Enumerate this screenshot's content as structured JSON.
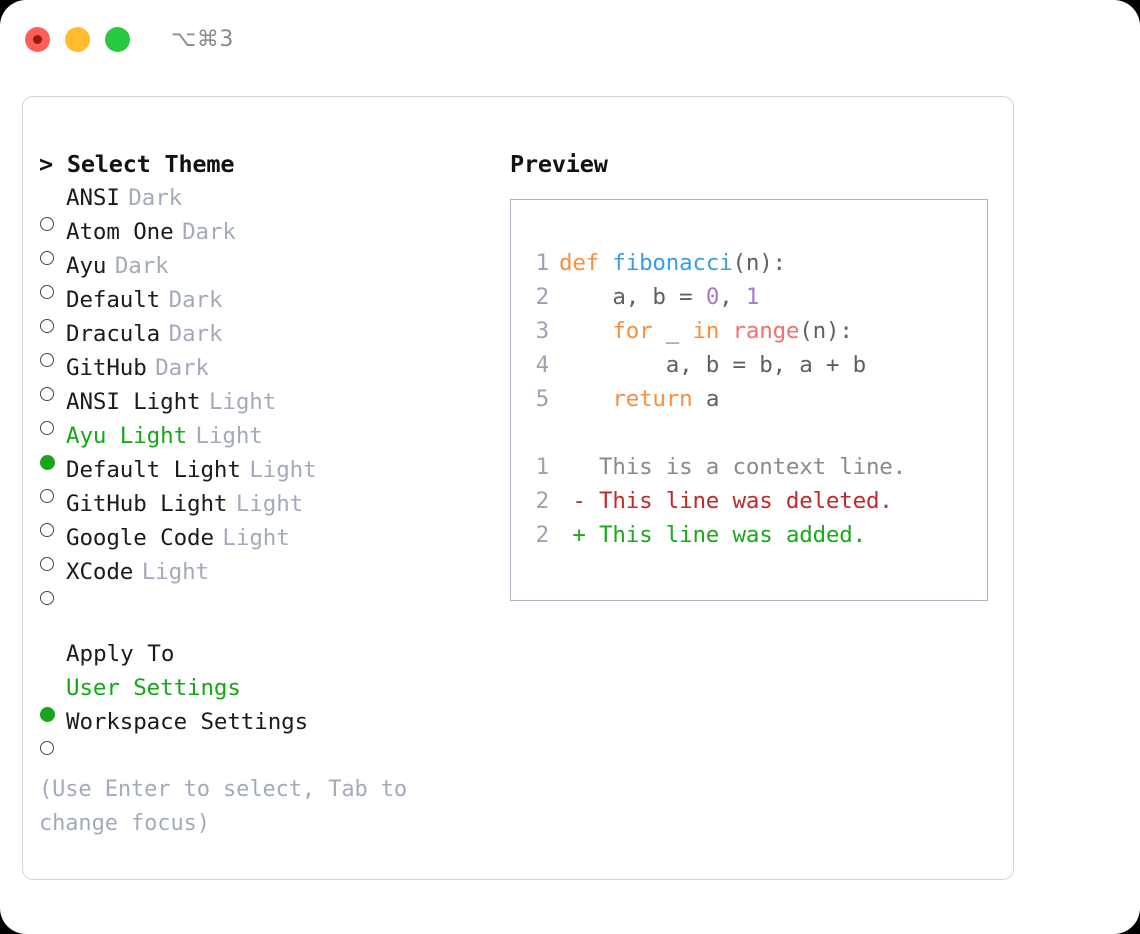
{
  "window": {
    "shortcut_label": "⌥⌘3",
    "traffic_lights": [
      {
        "name": "close-button",
        "color": "#ff5f57"
      },
      {
        "name": "minimize-button",
        "color": "#febc2e"
      },
      {
        "name": "maximize-button",
        "color": "#28c840"
      }
    ]
  },
  "theme_panel": {
    "title": "> Select Theme",
    "themes": [
      {
        "marker": "○",
        "name": "ANSI",
        "kind": "Dark",
        "selected": false
      },
      {
        "marker": "○",
        "name": "Atom One",
        "kind": "Dark",
        "selected": false
      },
      {
        "marker": "○",
        "name": "Ayu",
        "kind": "Dark",
        "selected": false
      },
      {
        "marker": "○",
        "name": "Default",
        "kind": "Dark",
        "selected": false
      },
      {
        "marker": "○",
        "name": "Dracula",
        "kind": "Dark",
        "selected": false
      },
      {
        "marker": "○",
        "name": "GitHub",
        "kind": "Dark",
        "selected": false
      },
      {
        "marker": "○",
        "name": "ANSI Light",
        "kind": "Light",
        "selected": false
      },
      {
        "marker": "●",
        "name": "Ayu Light",
        "kind": "Light",
        "selected": true
      },
      {
        "marker": "○",
        "name": "Default Light",
        "kind": "Light",
        "selected": false
      },
      {
        "marker": "○",
        "name": "GitHub Light",
        "kind": "Light",
        "selected": false
      },
      {
        "marker": "○",
        "name": "Google Code",
        "kind": "Light",
        "selected": false
      },
      {
        "marker": "○",
        "name": "XCode",
        "kind": "Light",
        "selected": false
      }
    ],
    "apply_to": {
      "label": "Apply To",
      "options": [
        {
          "marker": "●",
          "name": "User Settings",
          "selected": true
        },
        {
          "marker": "○",
          "name": "Workspace Settings",
          "selected": false
        }
      ]
    },
    "hint": "(Use Enter to select, Tab to change focus)"
  },
  "preview_panel": {
    "title": "Preview",
    "code_lines": [
      {
        "num": "1",
        "tokens": [
          {
            "t": "def ",
            "c": "kw"
          },
          {
            "t": "fibonacci",
            "c": "fn"
          },
          {
            "t": "(n):",
            "c": "pln"
          }
        ]
      },
      {
        "num": "2",
        "tokens": [
          {
            "t": "    a, b = ",
            "c": "pln"
          },
          {
            "t": "0",
            "c": "num"
          },
          {
            "t": ", ",
            "c": "pln"
          },
          {
            "t": "1",
            "c": "num"
          }
        ]
      },
      {
        "num": "3",
        "tokens": [
          {
            "t": "    ",
            "c": "pln"
          },
          {
            "t": "for",
            "c": "kw"
          },
          {
            "t": " _ ",
            "c": "pln"
          },
          {
            "t": "in",
            "c": "kw"
          },
          {
            "t": " ",
            "c": "pln"
          },
          {
            "t": "range",
            "c": "call"
          },
          {
            "t": "(n):",
            "c": "pln"
          }
        ]
      },
      {
        "num": "4",
        "tokens": [
          {
            "t": "        a, b = b, a + b",
            "c": "pln"
          }
        ]
      },
      {
        "num": "5",
        "tokens": [
          {
            "t": "    ",
            "c": "pln"
          },
          {
            "t": "return",
            "c": "kw"
          },
          {
            "t": " a",
            "c": "pln"
          }
        ]
      }
    ],
    "diff_lines": [
      {
        "num": "1",
        "tokens": [
          {
            "t": "   This is a context line.",
            "c": "ctx"
          }
        ]
      },
      {
        "num": "2",
        "tokens": [
          {
            "t": " - This line was deleted.",
            "c": "del"
          }
        ]
      },
      {
        "num": "2",
        "tokens": [
          {
            "t": " + This line was added.",
            "c": "add"
          }
        ]
      }
    ]
  },
  "palette": {
    "keyword": "#fa8d3e",
    "function": "#399ee6",
    "number": "#a37acc",
    "call": "#f07171",
    "plain": "#5c6166",
    "line_number": "#9aa3b2",
    "diff_context": "#8a8a8a",
    "diff_deleted": "#c22a2a",
    "diff_added": "#1aaa1a",
    "selected_green": "#15a815",
    "muted": "#a3abbb"
  }
}
